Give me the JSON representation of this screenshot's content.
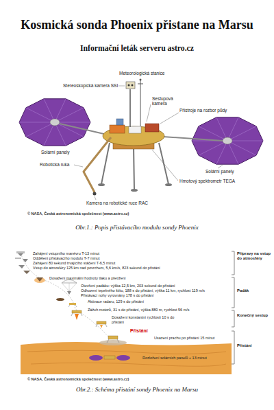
{
  "diagram": {
    "title": "Kosmická sonda Phoenix přistane na Marsu",
    "labels": [
      "Informační leták serveru astro.cz",
      "Meteorologická stanice",
      "Stereoskopická kamera SSI",
      "Sestupová kamera",
      "Přístroje na rozbor půdy",
      "Solární panely",
      "Robotická ruka",
      "Solární panely",
      "Hmotový spektrometr TEGA",
      "Kamera na robotické ruce RAC",
      "© NASA, Česká astronomická společnost (www.astro.cz)",
      "Obr.1.: Popis přistávacího modulu sondy Phoenix",
      "Zahájení vstupního manévru T-13 minut",
      "Přípravy na vstup do atmosféry",
      "Oddělení přistávacího modulu T-7 minut",
      "Zahájení 80 sekund trvajícího stáčení T-6,5 minut",
      "Vstup do atmosféry 125 km nad povrchem, 5,6 km/s, 823 sekund do přistání",
      "Dosažení maximální hodnoty tlaku a přetížení",
      "Otevření padáku: výška 12,5 km, 203 sekund do přistání",
      "Odhození tepelného štítu, 188 s do přistání, výška 11 km, rychlost 119 m/s",
      "Padák",
      "Přistávací nohy vyrovnány 178 s do přistání",
      "Aktivace radaru, 129 s do přistání",
      "Zážeh motorů, 31 s do přistání, výška 880 m, rychlost 56 m/s",
      "Dosažení konstantní rychlosti 10 s do přistání",
      "Konečný sestup",
      "Přistání",
      "Usazení prachu po přistání 15 minut",
      "Přistání",
      "Rozložení solárních panelů + 13 minut",
      "© NASA, Česká astronomická společnost (www.astro.cz)",
      "Obr.2.: Schéma přistání sondy Phoenix na Marsu"
    ]
  }
}
